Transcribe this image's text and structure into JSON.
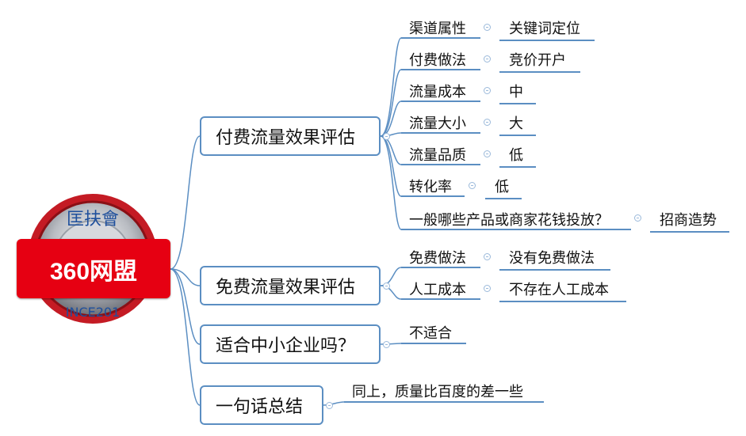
{
  "root": {
    "label": "360网盟",
    "logo_text": "匡扶會",
    "logo_ring_text": "INCE201"
  },
  "branches": [
    {
      "label": "付费流量效果评估"
    },
    {
      "label": "免费流量效果评估"
    },
    {
      "label": "适合中小企业吗？"
    },
    {
      "label": "一句话总结"
    }
  ],
  "leaves": {
    "b1": [
      {
        "label": "渠道属性",
        "value": "关键词定位"
      },
      {
        "label": "付费做法",
        "value": "竞价开户"
      },
      {
        "label": "流量成本",
        "value": "中"
      },
      {
        "label": "流量大小",
        "value": "大"
      },
      {
        "label": "流量品质",
        "value": "低"
      },
      {
        "label": "转化率",
        "value": "低"
      },
      {
        "label": "一般哪些产品或商家花钱投放？",
        "value": "招商造势"
      }
    ],
    "b2": [
      {
        "label": "免费做法",
        "value": "没有免费做法"
      },
      {
        "label": "人工成本",
        "value": "不存在人工成本"
      }
    ],
    "b3": {
      "value": "不适合"
    },
    "b4": {
      "value": "同上，质量比百度的差一些"
    }
  },
  "colors": {
    "line": "#5b8ec2",
    "root": "#e60012"
  }
}
